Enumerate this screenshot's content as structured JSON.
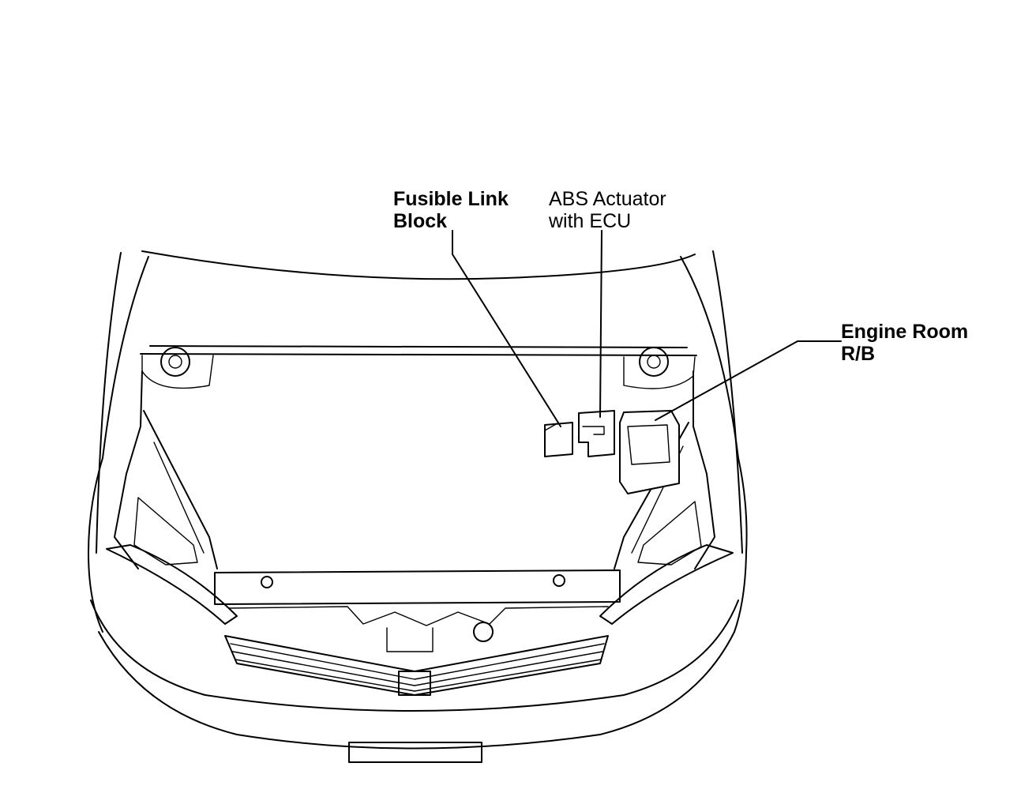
{
  "labels": {
    "fusible_link_block": [
      "Fusible Link",
      "Block"
    ],
    "abs_actuator": [
      "ABS Actuator",
      "with ECU"
    ],
    "engine_room_rb": [
      "Engine Room",
      "R/B"
    ]
  },
  "colors": {
    "line": "#000000",
    "background": "#ffffff"
  }
}
